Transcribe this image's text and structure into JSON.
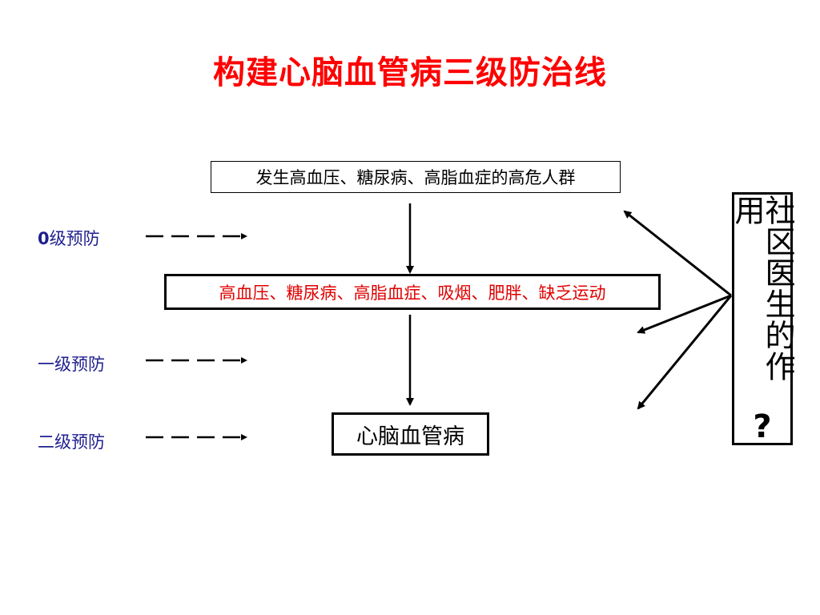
{
  "title": "构建心脑血管病三级防治线",
  "boxes": {
    "top": "发生高血压、糖尿病、高脂血症的高危人群",
    "middle": "高血压、糖尿病、高脂血症、吸烟、肥胖、缺乏运动",
    "bottom": "心脑血管病"
  },
  "levels": {
    "zero_digit": "0",
    "zero_rest": "级预防",
    "first": "一级预防",
    "second": "二级预防"
  },
  "side_box": {
    "text": "社区医生的作用",
    "mark": "?"
  },
  "colors": {
    "title": "#ff0000",
    "middle_text": "#e00000",
    "level_text": "#1f1f8f",
    "lines": "#000000"
  }
}
